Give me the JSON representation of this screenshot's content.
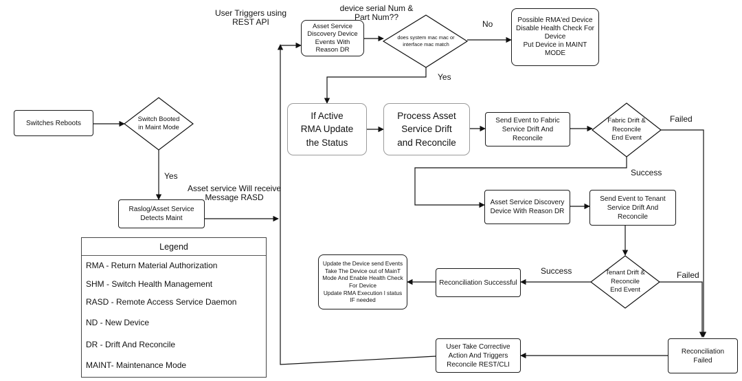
{
  "labels": {
    "user_triggers": "User Triggers using\nREST API",
    "device_serial": "device serial Num &\nPart Num??",
    "no": "No",
    "yes_top": "Yes",
    "failed_top": "Failed",
    "success_mid": "Success",
    "yes_left": "Yes",
    "asset_receive": "Asset service Will receive\nMessage RASD",
    "success_bottom": "Success",
    "failed_bottom": "Failed"
  },
  "nodes": {
    "switches_reboots": "Switches Reboots",
    "switch_booted": "Switch Booted\nin Maint Mode",
    "raslog": "Raslog/Asset Service\nDetects Maint",
    "asset_discovery_events": "Asset Service\nDiscovery  Device\nEvents With\nReason DR",
    "mac_match": "does  system mac mac or\ninterface mac match",
    "possible_rma": "Possible RMA'ed Device\nDisable Health Check For\nDevice\nPut Device in MAINT\nMODE",
    "if_active_rma": "If Active\nRMA Update\nthe Status",
    "process_asset": "Process Asset\nService Drift\nand Reconcile",
    "send_fabric": "Send Event to Fabric\nService Drift And\nReconcile",
    "fabric_drift_end": "Fabric Drift &\nReconcile\nEnd Event",
    "asset_discovery_nd": "Asset Service Discovery\nDevice With Reason DR",
    "send_tenant": "Send Event to Tenant\nService Drift And\nReconcile",
    "tenant_drift_end": "Tenant Drift &\nReconcile\nEnd Event",
    "reconciliation_successful": "Reconciliation Successful",
    "update_device": "Update the Device send Events\nTake The Device out of MainT\nMode And Enable Health Check\nFor Device\nUpdate RMA Execution l status\nIF needed",
    "reconciliation_failed": "Reconciliation Failed",
    "user_corrective": "User Take Corrective\nAction And Triggers\nReconcile REST/CLI"
  },
  "legend": {
    "title": "Legend",
    "items": [
      "RMA - Return Material Authorization",
      "SHM - Switch Health Management",
      "RASD - Remote Access Service Daemon",
      "ND - New Device",
      "DR - Drift And Reconcile",
      "MAINT- Maintenance Mode"
    ]
  }
}
